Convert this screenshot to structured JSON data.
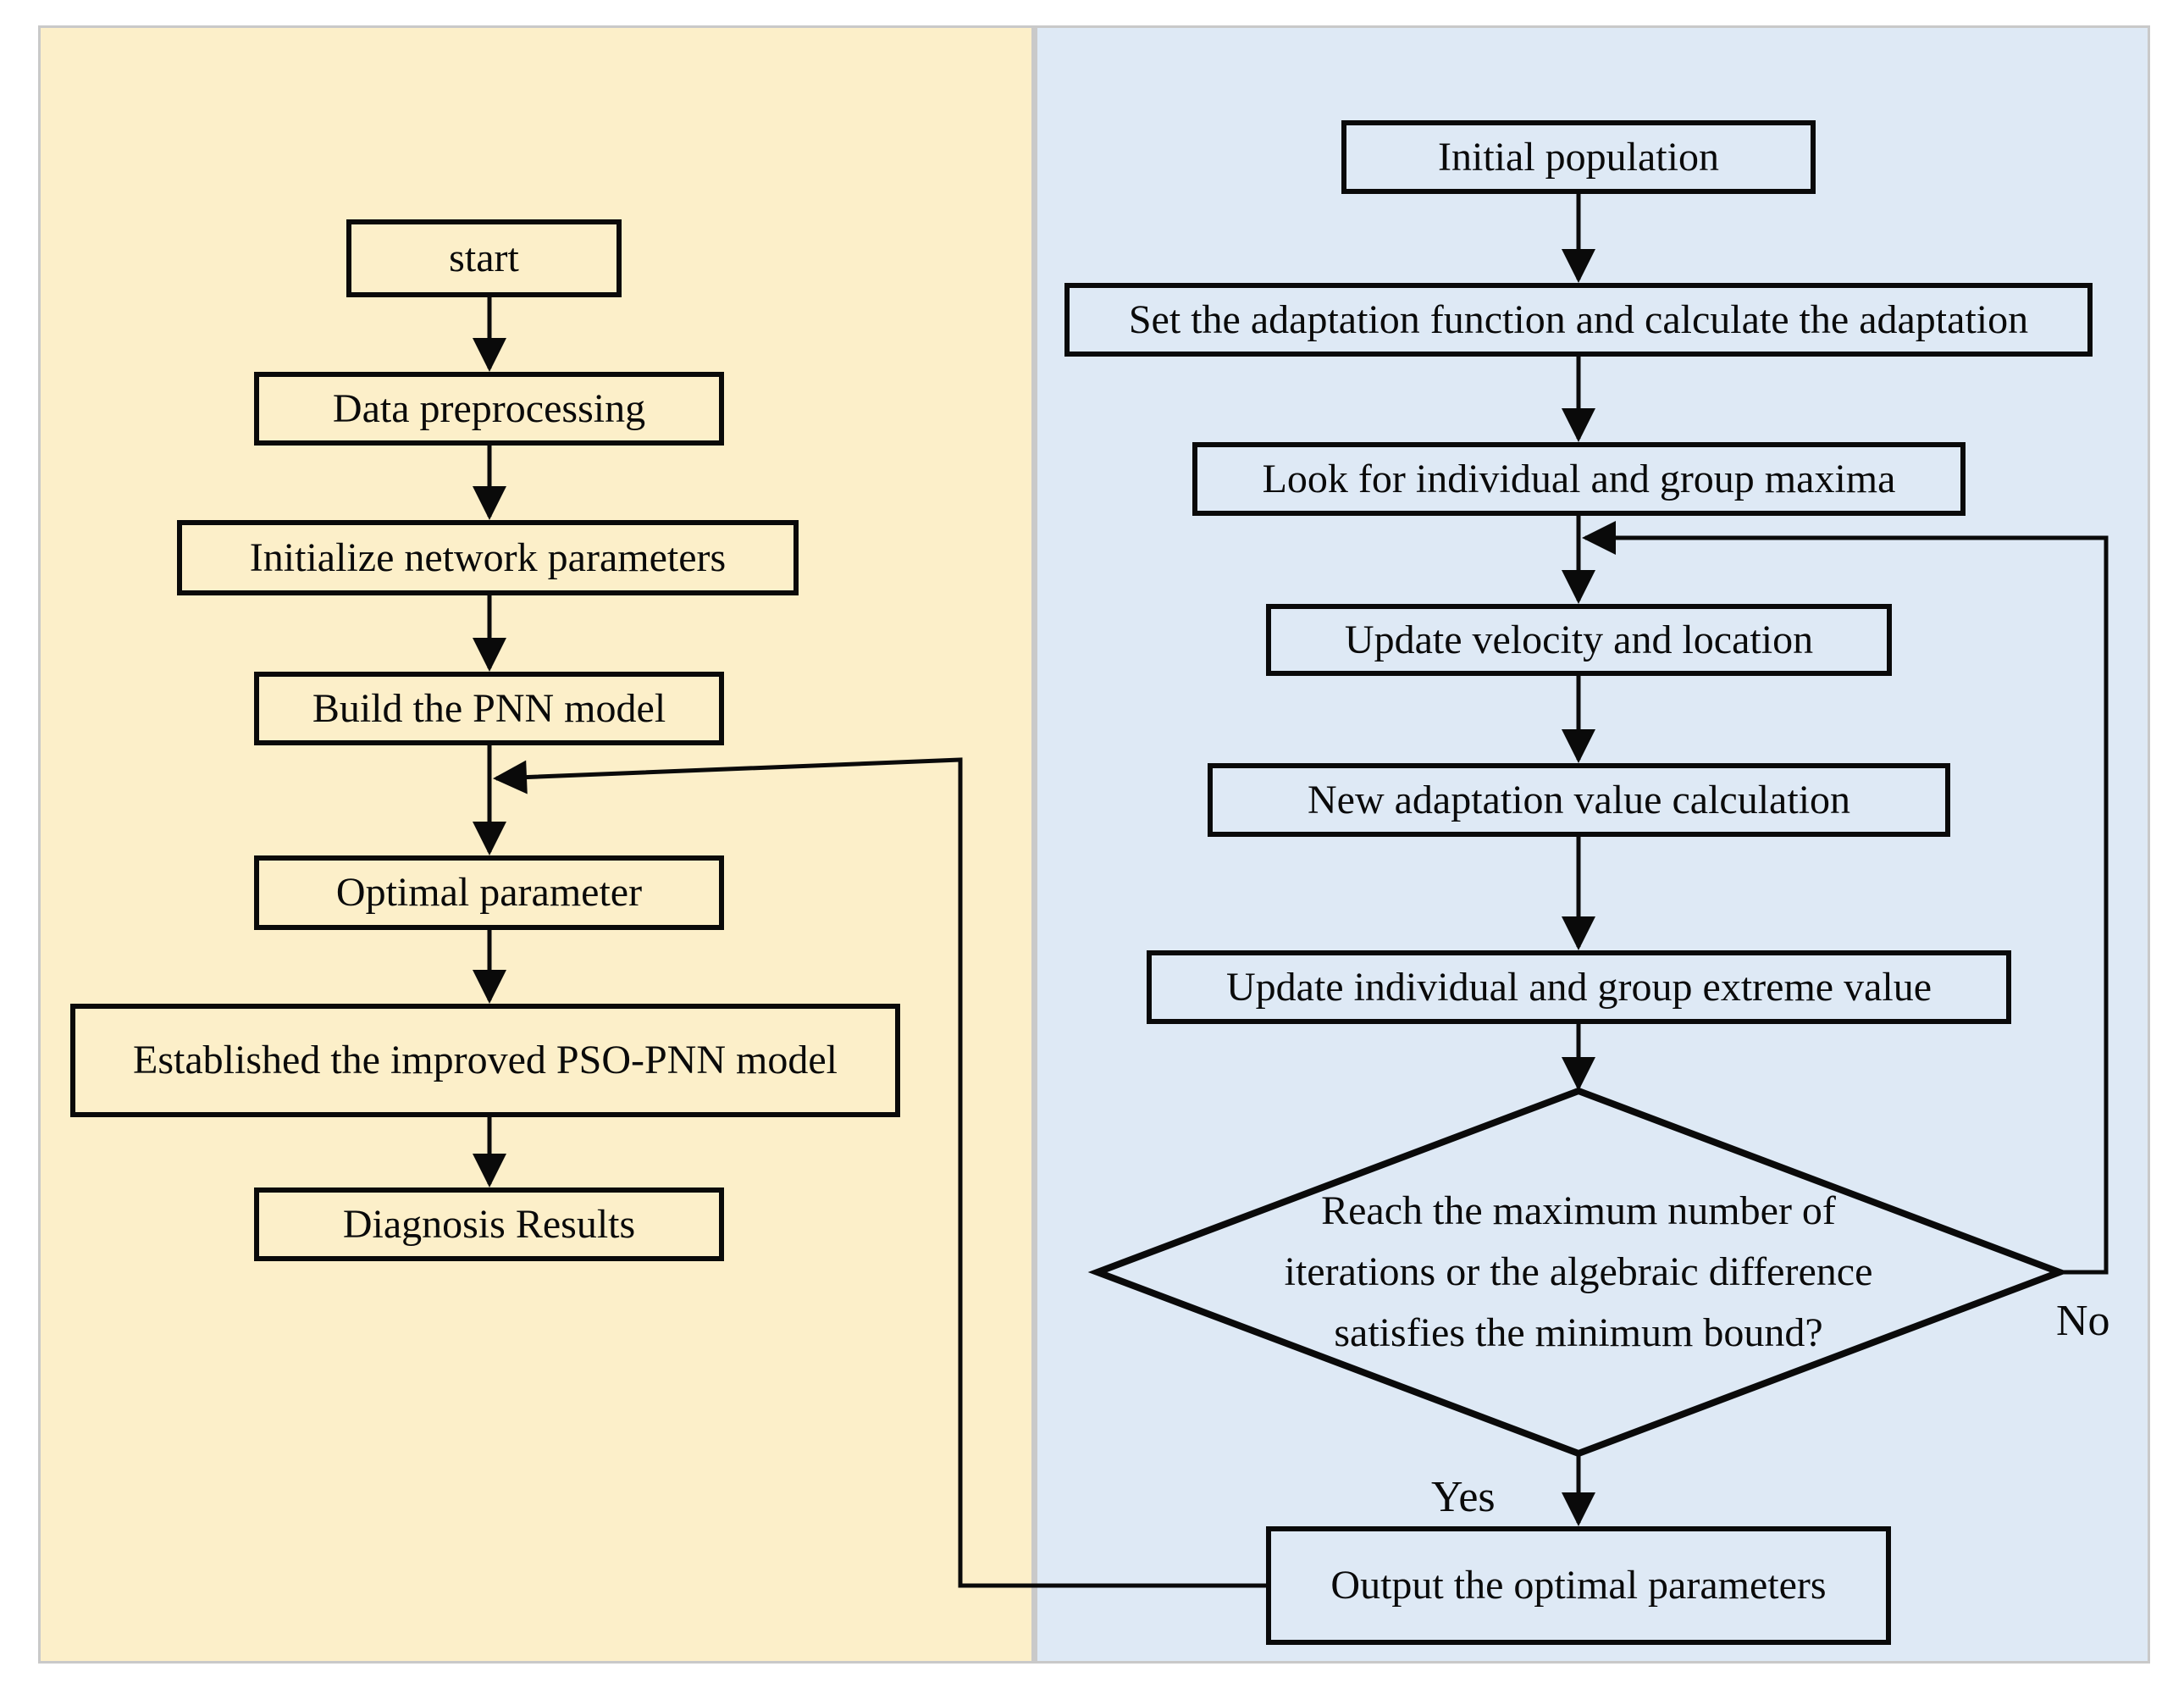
{
  "colors": {
    "page-bg": "#ffffff",
    "frame": "#c9c9c9",
    "left-bg": "#fcefc9",
    "right-bg": "#dee9f5",
    "ink": "#0a0a0a"
  },
  "left_panel": {
    "nodes": [
      {
        "label": "start"
      },
      {
        "label": "Data preprocessing"
      },
      {
        "label": "Initialize network parameters"
      },
      {
        "label": "Build the PNN model"
      },
      {
        "label": "Optimal parameter"
      },
      {
        "label": "Established the improved PSO-PNN model"
      },
      {
        "label": "Diagnosis Results"
      }
    ]
  },
  "right_panel": {
    "nodes": [
      {
        "label": "Initial population"
      },
      {
        "label": "Set the adaptation function and calculate the adaptation"
      },
      {
        "label": "Look for individual and group maxima"
      },
      {
        "label": "Update velocity and location"
      },
      {
        "label": "New adaptation value calculation"
      },
      {
        "label": "Update individual and group extreme value"
      }
    ],
    "decision": {
      "lines": [
        "Reach the maximum number of",
        "iterations or the algebraic difference",
        "satisfies the minimum bound?"
      ]
    },
    "output_node": {
      "label": "Output the optimal parameters"
    },
    "branch_labels": {
      "yes": "Yes",
      "no": "No"
    }
  }
}
